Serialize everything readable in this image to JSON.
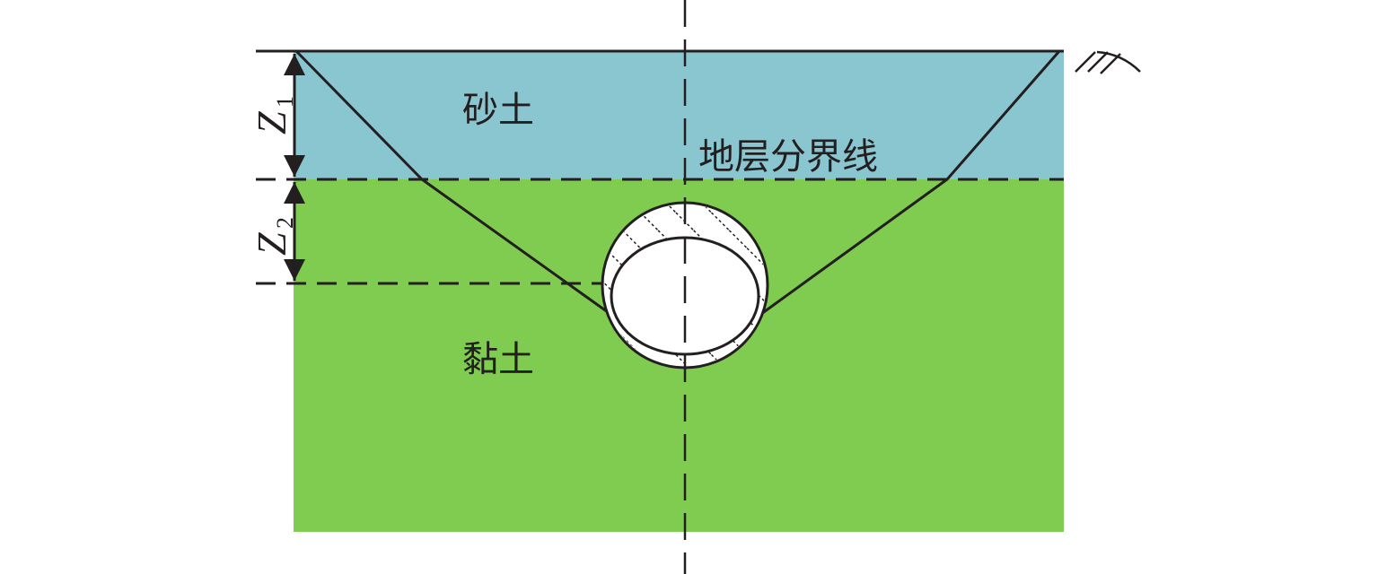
{
  "labels": {
    "sand": "砂土",
    "clay": "黏土",
    "boundary": "地层分界线",
    "z1": "Z",
    "z1_sub": "1",
    "z2": "Z",
    "z2_sub": "2"
  },
  "colors": {
    "sand": "#8ac6d0",
    "clay": "#80cc50",
    "line": "#231f20"
  }
}
